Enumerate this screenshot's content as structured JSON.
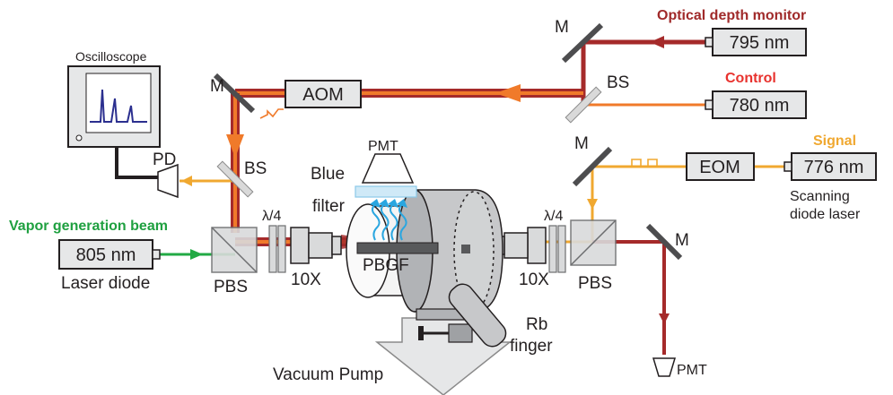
{
  "colors": {
    "red_beam": "#a52a2a",
    "orange_beam": "#f07a2a",
    "yellow_beam": "#f0a830",
    "green_beam": "#22aa44",
    "blue_fluor": "#2aa6e0",
    "optical_depth_label": "#a02a2a",
    "control_label": "#e8322e",
    "signal_label": "#f0a830",
    "vapor_label": "#1fa040",
    "box_fill": "#e6e7e8",
    "box_stroke": "#231f20"
  },
  "labels": {
    "optical_depth_monitor": "Optical depth monitor",
    "control": "Control",
    "signal": "Signal",
    "vapor_generation_beam": "Vapor generation beam",
    "oscilloscope": "Oscilloscope",
    "scanning": "Scanning",
    "diode_laser": "diode laser",
    "laser_diode": "Laser diode",
    "blue": "Blue",
    "filter": "filter",
    "rb": "Rb",
    "finger": "finger",
    "vacuum_pump": "Vacuum Pump"
  },
  "lasers": {
    "l795": "795 nm",
    "l780": "780 nm",
    "l776": "776 nm",
    "l805": "805 nm"
  },
  "components": {
    "aom": "AOM",
    "eom": "EOM",
    "m_top": "M",
    "m_left": "M",
    "m_right": "M",
    "m_bottom_right": "M",
    "bs_top": "BS",
    "bs_left": "BS",
    "pd": "PD",
    "pmt_top": "PMT",
    "pmt_bottom": "PMT",
    "pbs_left": "PBS",
    "pbs_right": "PBS",
    "qwp_left": "λ/4",
    "qwp_right": "λ/4",
    "obj_left": "10X",
    "obj_right": "10X",
    "pbgf": "PBGF"
  }
}
